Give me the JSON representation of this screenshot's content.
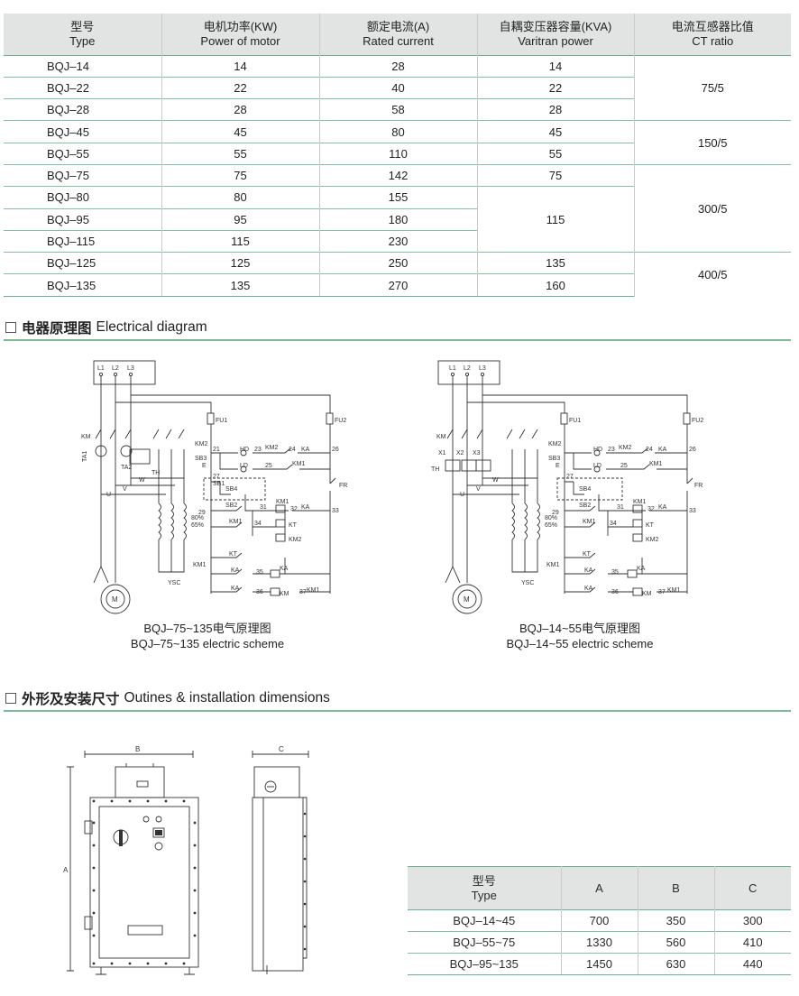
{
  "spec_table": {
    "headers": [
      {
        "cn": "型号",
        "en": "Type"
      },
      {
        "cn": "电机功率(KW)",
        "en": "Power of motor"
      },
      {
        "cn": "额定电流(A)",
        "en": "Rated current"
      },
      {
        "cn": "自耦变压器容量(KVA)",
        "en": "Varitran power"
      },
      {
        "cn": "电流互感器比值",
        "en": "CT ratio"
      }
    ],
    "rows": [
      {
        "type": "BQJ–14",
        "power": "14",
        "current": "28",
        "varitran": "14"
      },
      {
        "type": "BQJ–22",
        "power": "22",
        "current": "40",
        "varitran": "22"
      },
      {
        "type": "BQJ–28",
        "power": "28",
        "current": "58",
        "varitran": "28"
      },
      {
        "type": "BQJ–45",
        "power": "45",
        "current": "80",
        "varitran": "45"
      },
      {
        "type": "BQJ–55",
        "power": "55",
        "current": "110",
        "varitran": "55"
      },
      {
        "type": "BQJ–75",
        "power": "75",
        "current": "142",
        "varitran": "75"
      },
      {
        "type": "BQJ–80",
        "power": "80",
        "current": "155",
        "varitran": "115"
      },
      {
        "type": "BQJ–95",
        "power": "95",
        "current": "180",
        "varitran": ""
      },
      {
        "type": "BQJ–115",
        "power": "115",
        "current": "230",
        "varitran": ""
      },
      {
        "type": "BQJ–125",
        "power": "125",
        "current": "250",
        "varitran": "135"
      },
      {
        "type": "BQJ–135",
        "power": "135",
        "current": "270",
        "varitran": "160"
      }
    ],
    "ct_ratios": [
      "75/5",
      "150/5",
      "300/5",
      "400/5"
    ]
  },
  "section_electrical": {
    "cn": "电器原理图",
    "en": "Electrical diagram"
  },
  "diagram_left": {
    "caption_cn": "BQJ–75~135电气原理图",
    "caption_en": "BQJ–75~135 electric scheme",
    "labels": {
      "l1": "L1",
      "l2": "L2",
      "l3": "L3",
      "km": "KM",
      "ta1": "TA1",
      "ta2": "TA2",
      "th": "TH",
      "w": "W",
      "v": "V",
      "u": "U",
      "ysc": "YSC",
      "m": "M",
      "km1": "KM1",
      "km2": "KM2",
      "fu1": "FU1",
      "fu2": "FU2",
      "sb3": "SB3",
      "e": "E",
      "hd": "HD",
      "ld": "LD",
      "n23": "23",
      "n24": "24",
      "n25": "25",
      "n26": "26",
      "ka": "KA",
      "fr": "FR",
      "n27": "27",
      "sb1": "SB1",
      "sb4": "SB4",
      "sb2": "SB2",
      "n21": "21",
      "n29": "29",
      "n31": "31",
      "n32": "32",
      "n33": "33",
      "n34": "34",
      "n35": "35",
      "n36": "36",
      "n37": "37",
      "kt": "KT",
      "p80": "80%",
      "p65": "65%"
    }
  },
  "diagram_right": {
    "caption_cn": "BQJ–14~55电气原理图",
    "caption_en": "BQJ–14~55 electric scheme",
    "labels": {
      "x1": "X1",
      "x2": "X2",
      "x3": "X3",
      "th": "TH"
    }
  },
  "section_outline": {
    "cn": "外形及安装尺寸",
    "en": "Outines & installation dimensions"
  },
  "outline": {
    "b": "B",
    "a": "A",
    "c": "C"
  },
  "dim_table": {
    "headers": [
      {
        "cn": "型号",
        "en": "Type"
      },
      {
        "en": "A"
      },
      {
        "en": "B"
      },
      {
        "en": "C"
      }
    ],
    "rows": [
      {
        "type": "BQJ–14~45",
        "a": "700",
        "b": "350",
        "c": "300"
      },
      {
        "type": "BQJ–55~75",
        "a": "1330",
        "b": "560",
        "c": "410"
      },
      {
        "type": "BQJ–95~135",
        "a": "1450",
        "b": "630",
        "c": "440"
      }
    ]
  }
}
